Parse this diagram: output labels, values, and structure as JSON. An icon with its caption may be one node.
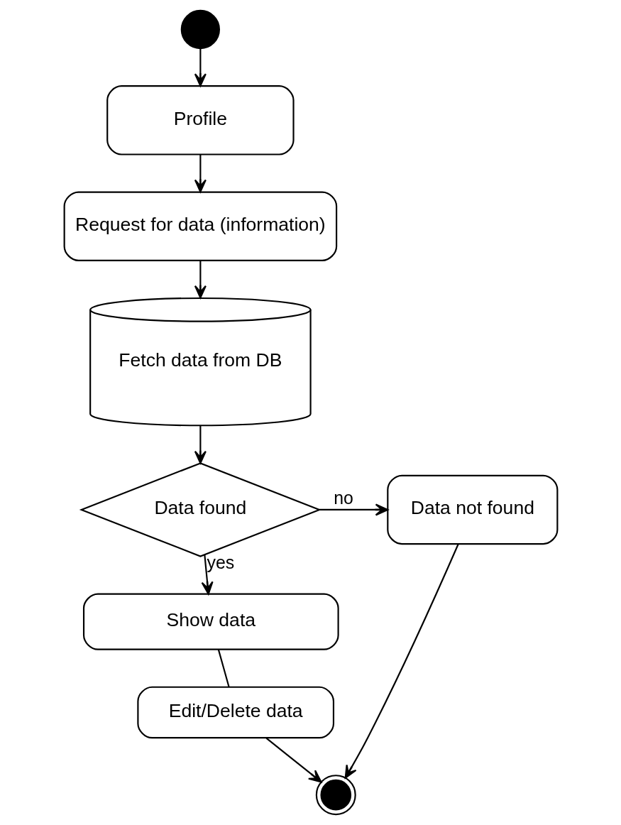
{
  "diagram": {
    "nodes": [
      {
        "text": [],
        "shape": "circle"
      },
      {
        "text": [
          "Profile"
        ]
      },
      {
        "text": [
          "Request for data (information)"
        ]
      },
      {
        "text": [
          "Fetch data from DB"
        ]
      },
      {
        "text": [
          "Data found"
        ]
      },
      {
        "text": [
          "Data not found"
        ]
      },
      {
        "text": [
          "Show data"
        ]
      },
      {
        "text": [
          "Edit/Delete data"
        ]
      },
      {
        "text": [],
        "shape": "circle"
      }
    ],
    "edges": [
      {
        "from": 0,
        "to": 1,
        "arrow": "to"
      },
      {
        "from": 1,
        "to": 2,
        "arrow": "to"
      },
      {
        "from": 2,
        "to": 3,
        "arrow": "to"
      },
      {
        "from": 3,
        "to": 4,
        "arrow": "to"
      },
      {
        "from": 4,
        "to": 5,
        "arrow": "to",
        "label": "no"
      },
      {
        "from": 4,
        "to": 6,
        "arrow": "to",
        "label": "yes"
      },
      {
        "from": 6,
        "to": 7,
        "arrow": "none"
      },
      {
        "from": 7,
        "to": 8,
        "arrow": "to"
      },
      {
        "from": 5,
        "to": 8,
        "arrow": "to"
      }
    ]
  }
}
